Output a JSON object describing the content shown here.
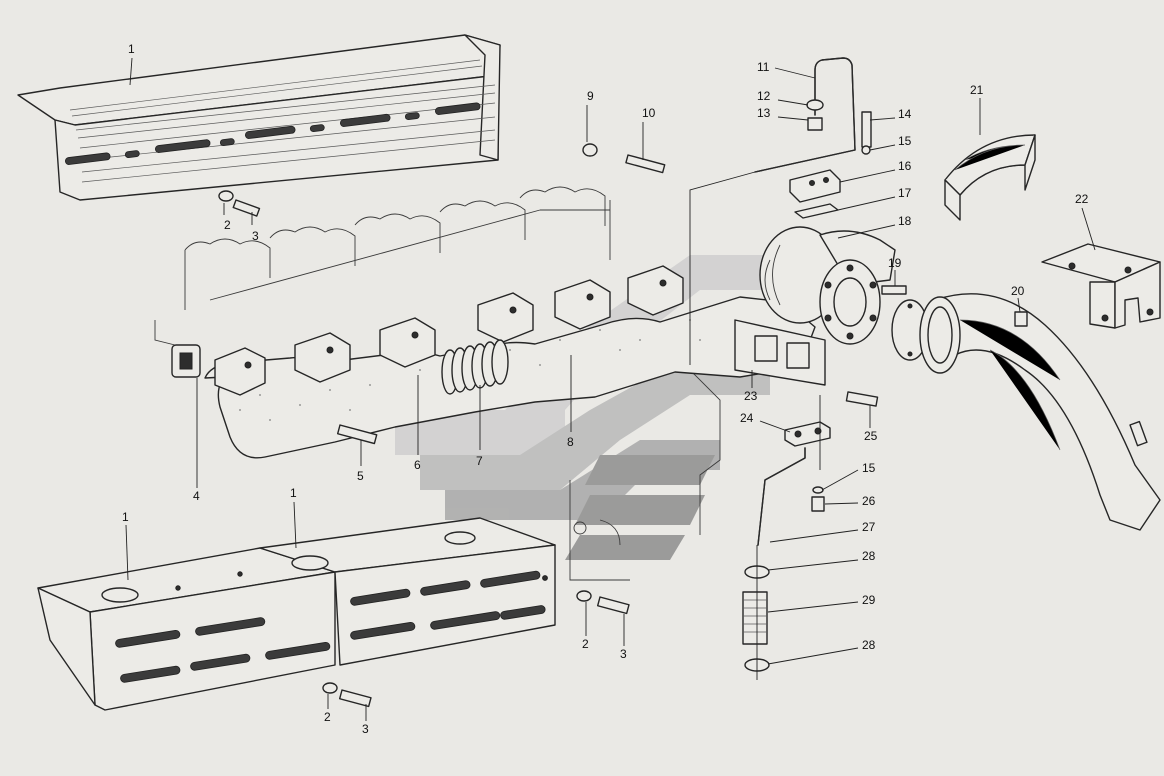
{
  "callouts": [
    {
      "label": "1"
    },
    {
      "label": "2"
    },
    {
      "label": "3"
    },
    {
      "label": "9"
    },
    {
      "label": "10"
    },
    {
      "label": "11"
    },
    {
      "label": "12"
    },
    {
      "label": "13"
    },
    {
      "label": "14"
    },
    {
      "label": "15"
    },
    {
      "label": "16"
    },
    {
      "label": "17"
    },
    {
      "label": "18"
    },
    {
      "label": "21"
    },
    {
      "label": "22"
    },
    {
      "label": "19"
    },
    {
      "label": "20"
    },
    {
      "label": "4"
    },
    {
      "label": "5"
    },
    {
      "label": "6"
    },
    {
      "label": "7"
    },
    {
      "label": "8"
    },
    {
      "label": "23"
    },
    {
      "label": "24"
    },
    {
      "label": "25"
    },
    {
      "label": "15"
    },
    {
      "label": "26"
    },
    {
      "label": "27"
    },
    {
      "label": "28"
    },
    {
      "label": "29"
    },
    {
      "label": "28"
    },
    {
      "label": "1"
    },
    {
      "label": "1"
    },
    {
      "label": "2"
    },
    {
      "label": "3"
    },
    {
      "label": "2"
    },
    {
      "label": "3"
    }
  ],
  "colors": {
    "paper": "#eae9e5",
    "ink": "#262626",
    "watermark_light": "#c9c9c9",
    "watermark_dark": "#9a9a9a"
  }
}
